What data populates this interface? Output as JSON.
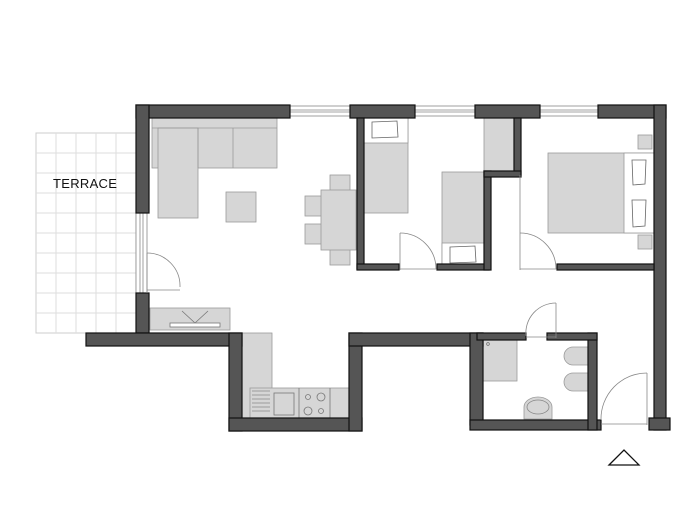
{
  "plan": {
    "title": "Apartment floor plan",
    "labels": {
      "terrace": "TERRACE"
    },
    "rooms": [
      "terrace",
      "living-room",
      "kitchen",
      "bedroom-1",
      "bedroom-2",
      "bathroom",
      "hallway"
    ],
    "colors": {
      "wall": "#555555",
      "wall_outline": "#111111",
      "furniture": "#d6d6d6",
      "furniture_line": "#999999",
      "floor": "#ffffff",
      "terrace_grid": "#dddddd"
    },
    "entrance_marker": "triangle"
  }
}
